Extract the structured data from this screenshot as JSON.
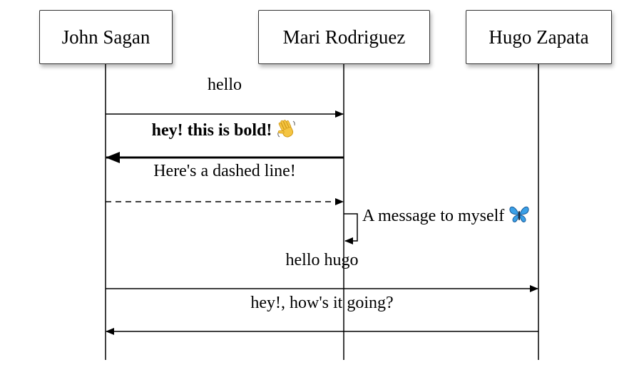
{
  "actors": [
    {
      "id": "john",
      "name": "John Sagan"
    },
    {
      "id": "mari",
      "name": "Mari Rodriguez"
    },
    {
      "id": "hugo",
      "name": "Hugo Zapata"
    }
  ],
  "messages": [
    {
      "from": "john",
      "to": "mari",
      "text": "hello",
      "style": "solid",
      "weight": "normal"
    },
    {
      "from": "mari",
      "to": "john",
      "text": "hey! this is bold!",
      "style": "solid",
      "weight": "bold",
      "emoji": "waving-hand-icon"
    },
    {
      "from": "john",
      "to": "mari",
      "text": "Here's a dashed line!",
      "style": "dashed",
      "weight": "normal"
    },
    {
      "from": "mari",
      "to": "mari",
      "text": "A message to myself",
      "style": "solid",
      "weight": "normal",
      "emoji": "butterfly-icon"
    },
    {
      "from": "john",
      "to": "hugo",
      "text": "hello hugo",
      "style": "solid",
      "weight": "normal"
    },
    {
      "from": "hugo",
      "to": "john",
      "text": "hey!, how's it going?",
      "style": "solid",
      "weight": "normal"
    }
  ],
  "colors": {
    "line": "#000000",
    "box_border": "#333333",
    "butterfly": "#3aa0e8",
    "hand": "#f5c542"
  }
}
